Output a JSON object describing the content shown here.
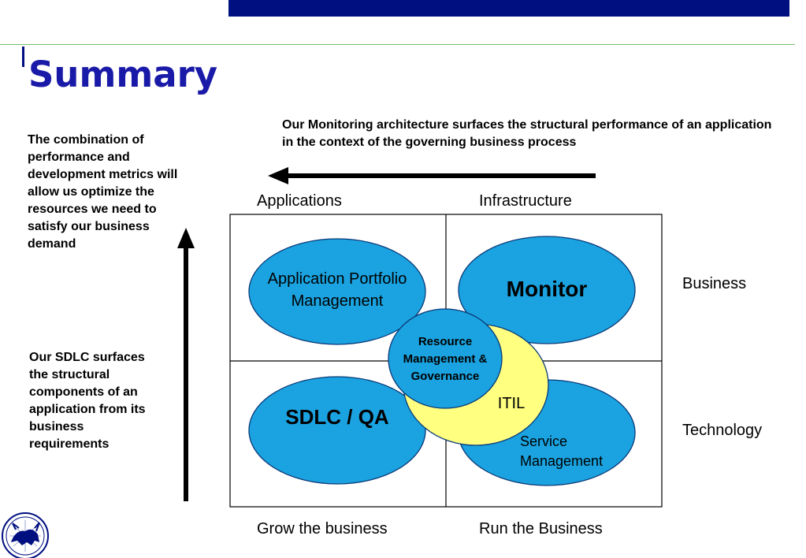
{
  "title": "Summary",
  "intro_text": "Our Monitoring architecture surfaces the structural performance of an application in the context of the governing business process",
  "left_top_text": "The combination of performance and development metrics will allow us optimize the resources we need to satisfy our business demand",
  "left_bottom_text": "Our SDLC surfaces the structural components of an application from its business requirements",
  "column_labels": {
    "left": "Applications",
    "right": "Infrastructure"
  },
  "row_labels": {
    "top": "Business",
    "bottom": "Technology"
  },
  "bottom_labels": {
    "left": "Grow the business",
    "right": "Run the Business"
  },
  "ovals": {
    "app_portfolio": "Application Portfolio Management",
    "monitor": "Monitor",
    "sdlc_qa": "SDLC / QA",
    "service_mgmt": "Service Management",
    "itil": "ITIL",
    "resource_mgmt": "Resource Management & Governance"
  },
  "colors": {
    "brand_navy": "#000f80",
    "title_blue": "#1a1aa8",
    "oval_blue": "#1aa3e0",
    "itil_yellow": "#ffff80"
  }
}
